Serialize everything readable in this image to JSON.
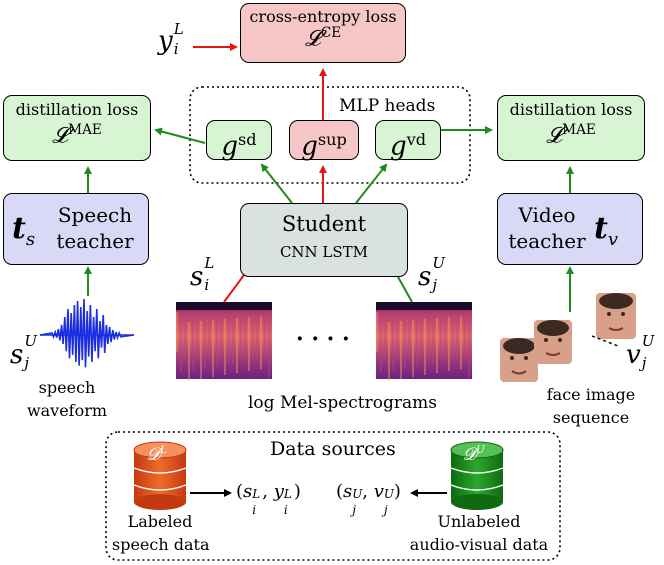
{
  "ce_box": {
    "title": "cross-entropy loss",
    "math": "𝓛",
    "sup": "CE"
  },
  "y_label": {
    "base": "y",
    "sub": "i",
    "sup": "L"
  },
  "mlp": {
    "title": "MLP heads",
    "heads": [
      {
        "base": "g",
        "sup": "sd"
      },
      {
        "base": "g",
        "sup": "sup"
      },
      {
        "base": "g",
        "sup": "vd"
      }
    ]
  },
  "dist_left": {
    "title": "distillation loss",
    "math": "𝓛",
    "sup": "MAE"
  },
  "dist_right": {
    "title": "distillation loss",
    "math": "𝓛",
    "sup": "MAE"
  },
  "speech_teacher": {
    "sym_base": "t",
    "sym_sub": "s",
    "line1": "Speech",
    "line2": "teacher"
  },
  "video_teacher": {
    "sym_base": "t",
    "sym_sub": "v",
    "line1": "Video",
    "line2": "teacher"
  },
  "student": {
    "title": "Student",
    "subtitle": "CNN LSTM"
  },
  "s_iL": {
    "base": "s",
    "sub": "i",
    "sup": "L"
  },
  "s_jU_student": {
    "base": "s",
    "sub": "j",
    "sup": "U"
  },
  "s_jU_wave": {
    "base": "s",
    "sub": "j",
    "sup": "U"
  },
  "v_jU": {
    "base": "v",
    "sub": "j",
    "sup": "U"
  },
  "wave_caption": {
    "line1": "speech",
    "line2": "waveform"
  },
  "spec_caption": "log Mel-spectrograms",
  "dots": "· · · ·",
  "face_caption": {
    "line1": "face image",
    "line2": "sequence"
  },
  "sources": {
    "title": "Data sources",
    "labeled_db": {
      "base": "𝓓",
      "sup": "L",
      "color": "#e0511c"
    },
    "unlabeled_db": {
      "base": "𝓓",
      "sup": "U",
      "color": "#1f8a1f"
    },
    "labeled_pair": "(s",
    "labeled_caption": {
      "line1": "Labeled",
      "line2": "speech data"
    },
    "unlabeled_caption": {
      "line1": "Unlabeled",
      "line2": "audio-visual data"
    }
  },
  "colors": {
    "red_arrow": "#e8140f",
    "green_arrow": "#1f8a1f",
    "wave": "#1a2de0"
  }
}
